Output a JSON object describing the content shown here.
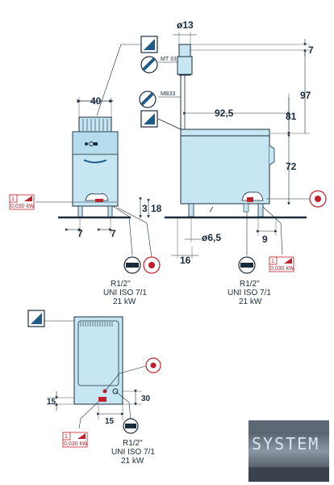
{
  "dims": {
    "pipe_dia": "ø13",
    "top_offset": "7",
    "total_h": "97",
    "width_top": "40",
    "depth": "92,5",
    "back_h": "81",
    "body_h": "72",
    "foot_gap": "3",
    "foot_h": "18",
    "foot_l": "7",
    "foot_r": "7",
    "foot_dia": "ø6,5",
    "back_off": "16",
    "side_off": "9",
    "plan_h": "15",
    "plan_w": "15",
    "plan_30": "30"
  },
  "labels": {
    "mt": "MT 33",
    "mb": "MB33"
  },
  "power": {
    "num": "1",
    "kw": "0,030 kW"
  },
  "gas": {
    "conn": "R1/2\"",
    "std": "UNI ISO 7/1",
    "kw": "21 kW"
  },
  "logo": {
    "text": "SYSTEM"
  },
  "colors": {
    "body": "#c5e6f2",
    "stroke": "#1b2d3c",
    "red": "#c0202a",
    "accent": "#1e5b86"
  }
}
